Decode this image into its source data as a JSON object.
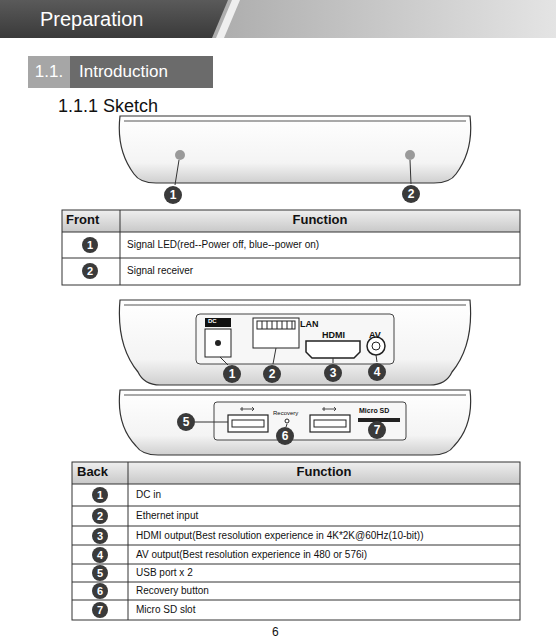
{
  "diagram": {
    "nodes": [
      {
        "text": [
          "Preparation"
        ]
      },
      {
        "text": [
          "1.1."
        ]
      },
      {
        "text": [
          "Introduction"
        ]
      },
      {
        "text": [
          "1"
        ]
      },
      {
        "text": [
          "2"
        ]
      },
      {
        "text": [
          "1"
        ]
      },
      {
        "text": [
          "2"
        ]
      },
      {
        "text": [
          "1"
        ]
      },
      {
        "text": [
          "2"
        ]
      },
      {
        "text": [
          "3"
        ]
      },
      {
        "text": [
          "4"
        ]
      },
      {
        "text": [
          "5"
        ]
      },
      {
        "text": [
          "6"
        ]
      },
      {
        "text": [
          "7"
        ]
      },
      {
        "text": [
          "1"
        ]
      },
      {
        "text": [
          "2"
        ]
      },
      {
        "text": [
          "3"
        ]
      },
      {
        "text": [
          "4"
        ]
      },
      {
        "text": [
          "5"
        ]
      },
      {
        "text": [
          "6"
        ]
      },
      {
        "text": [
          "7"
        ]
      }
    ],
    "labels": [
      "1.1.1 Sketch",
      "Front",
      "Function",
      "Signal LED(red--Power off, blue--power on)",
      "Signal receiver",
      "DC",
      "LAN",
      "HDMI",
      "AV",
      "Recovery",
      "Micro SD",
      "Back",
      "Function",
      "DC in",
      "Ethernet input",
      "HDMI output(Best resolution experience in 4K*2K@60Hz(10-bit))",
      "AV output(Best resolution experience in 480 or 576i)",
      "USB port x 2",
      "Recovery button",
      "Micro SD slot",
      "6"
    ]
  }
}
